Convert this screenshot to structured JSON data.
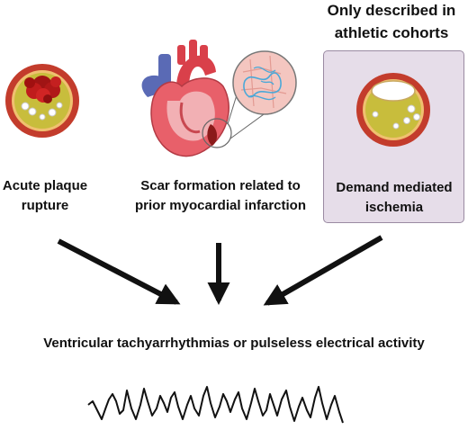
{
  "header": {
    "line1": "Only described in",
    "line2": "athletic cohorts"
  },
  "causes": [
    {
      "line1": "Acute plaque",
      "line2": "rupture"
    },
    {
      "line1": "Scar formation related to",
      "line2": "prior myocardial infarction"
    },
    {
      "line1": "Demand mediated",
      "line2": "ischemia"
    }
  ],
  "outcome": "Ventricular tachyarrhythmias or pulseless electrical activity",
  "colors": {
    "vessel_wall": "#b3372a",
    "plaque": "#c8bd3c",
    "rupture": "#b01818",
    "box_fill": "#e6dde9",
    "arrow": "#111111"
  }
}
